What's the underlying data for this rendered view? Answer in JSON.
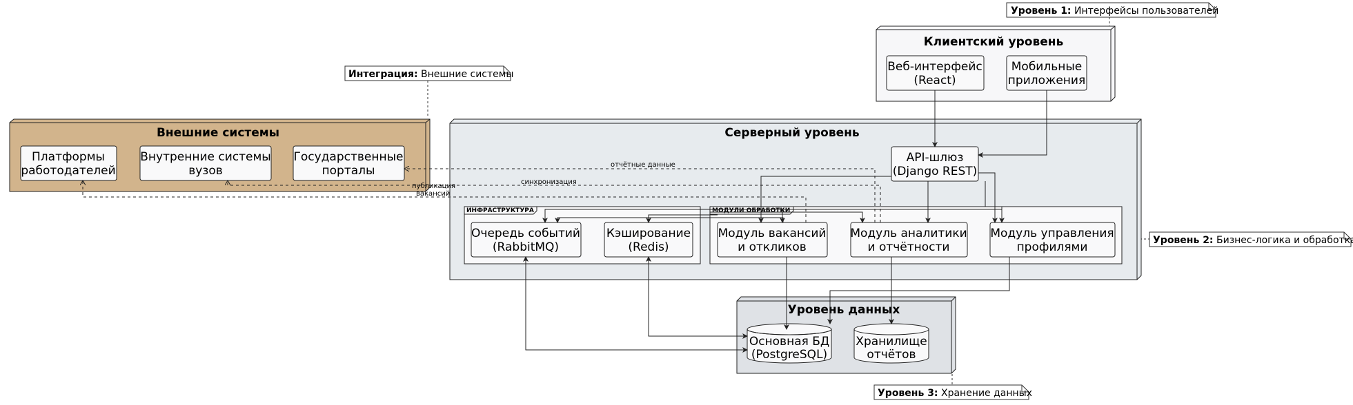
{
  "notes": {
    "level1": {
      "bold": "Уровень 1:",
      "text": " Интерфейсы пользователей"
    },
    "integration": {
      "bold": "Интеграция:",
      "text": " Внешние системы"
    },
    "level2": {
      "bold": "Уровень 2:",
      "text": " Бизнес-логика и обработка"
    },
    "level3": {
      "bold": "Уровень 3:",
      "text": " Хранение данных"
    }
  },
  "nodes": {
    "client": {
      "title": "Клиентский уровень",
      "web": [
        "Веб-интерфейс",
        "(React)"
      ],
      "mobile": [
        "Мобильные",
        "приложения"
      ]
    },
    "external": {
      "title": "Внешние системы",
      "employers": [
        "Платформы",
        "работодателей"
      ],
      "universities": [
        "Внутренние системы",
        "вузов"
      ],
      "gov": [
        "Государственные",
        "порталы"
      ]
    },
    "server": {
      "title": "Серверный уровень",
      "api": [
        "API-шлюз",
        "(Django REST)"
      ],
      "infra": {
        "title": "ИНФРАСТРУКТУРА",
        "queue": [
          "Очередь событий",
          "(RabbitMQ)"
        ],
        "cache": [
          "Кэширование",
          "(Redis)"
        ]
      },
      "modules": {
        "title": "МОДУЛИ ОБРАБОТКИ",
        "vacancies": [
          "Модуль вакансий",
          "и откликов"
        ],
        "analytics": [
          "Модуль аналитики",
          "и отчётности"
        ],
        "profiles": [
          "Модуль управления",
          "профилями"
        ]
      }
    },
    "data": {
      "title": "Уровень данных",
      "db": [
        "Основная БД",
        "(PostgreSQL)"
      ],
      "reports": [
        "Хранилище",
        "отчётов"
      ]
    }
  },
  "edges": {
    "reports_data": "отчётные данные",
    "sync": "синхронизация",
    "publish": [
      "публикация",
      "вакансий"
    ]
  },
  "colors": {
    "external_fill": "#D2B48C",
    "server_fill": "#E7EBEE",
    "data_fill": "#DFE2E6",
    "client_fill": "#F7F7F9",
    "box_fill": "#F9F9FA"
  }
}
